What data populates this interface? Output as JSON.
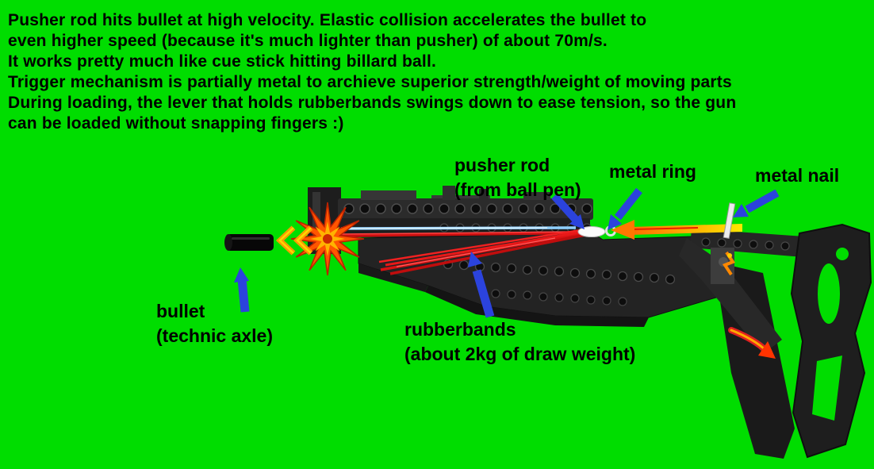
{
  "scene": {
    "background_color": "#00dd00",
    "subject": "annotated LEGO technic rubber-band gun diagram"
  },
  "description": {
    "lines": [
      "Pusher rod hits bullet at high velocity. Elastic collision accelerates the bullet to",
      "even higher speed (because it's much lighter than pusher) of about 70m/s.",
      "It works pretty much like cue stick hitting billard ball.",
      "Trigger mechanism is partially metal to archieve superior strength/weight of moving parts",
      "During loading, the lever that holds rubberbands swings down to ease tension, so the gun",
      "can be loaded without snapping fingers :)"
    ]
  },
  "labels": {
    "pusher_rod_line1": "pusher rod",
    "pusher_rod_line2": "(from ball pen)",
    "metal_ring": "metal ring",
    "metal_nail": "metal nail",
    "bullet_line1": "bullet",
    "bullet_line2": "(technic axle)",
    "rubberbands_line1": "rubberbands",
    "rubberbands_line2": "(about 2kg of draw weight)"
  },
  "colors": {
    "background": "#00dd00",
    "text": "#000000",
    "annotation_arrow_blue": "#2b43dd",
    "rubberband_red": "#d81212",
    "pusher_rod_blue": "#8fd0ff",
    "energy_arrow_orange": "#ff7700",
    "impact_burst_orange": "#ff5500",
    "metal_nail_silver": "#ececec"
  }
}
